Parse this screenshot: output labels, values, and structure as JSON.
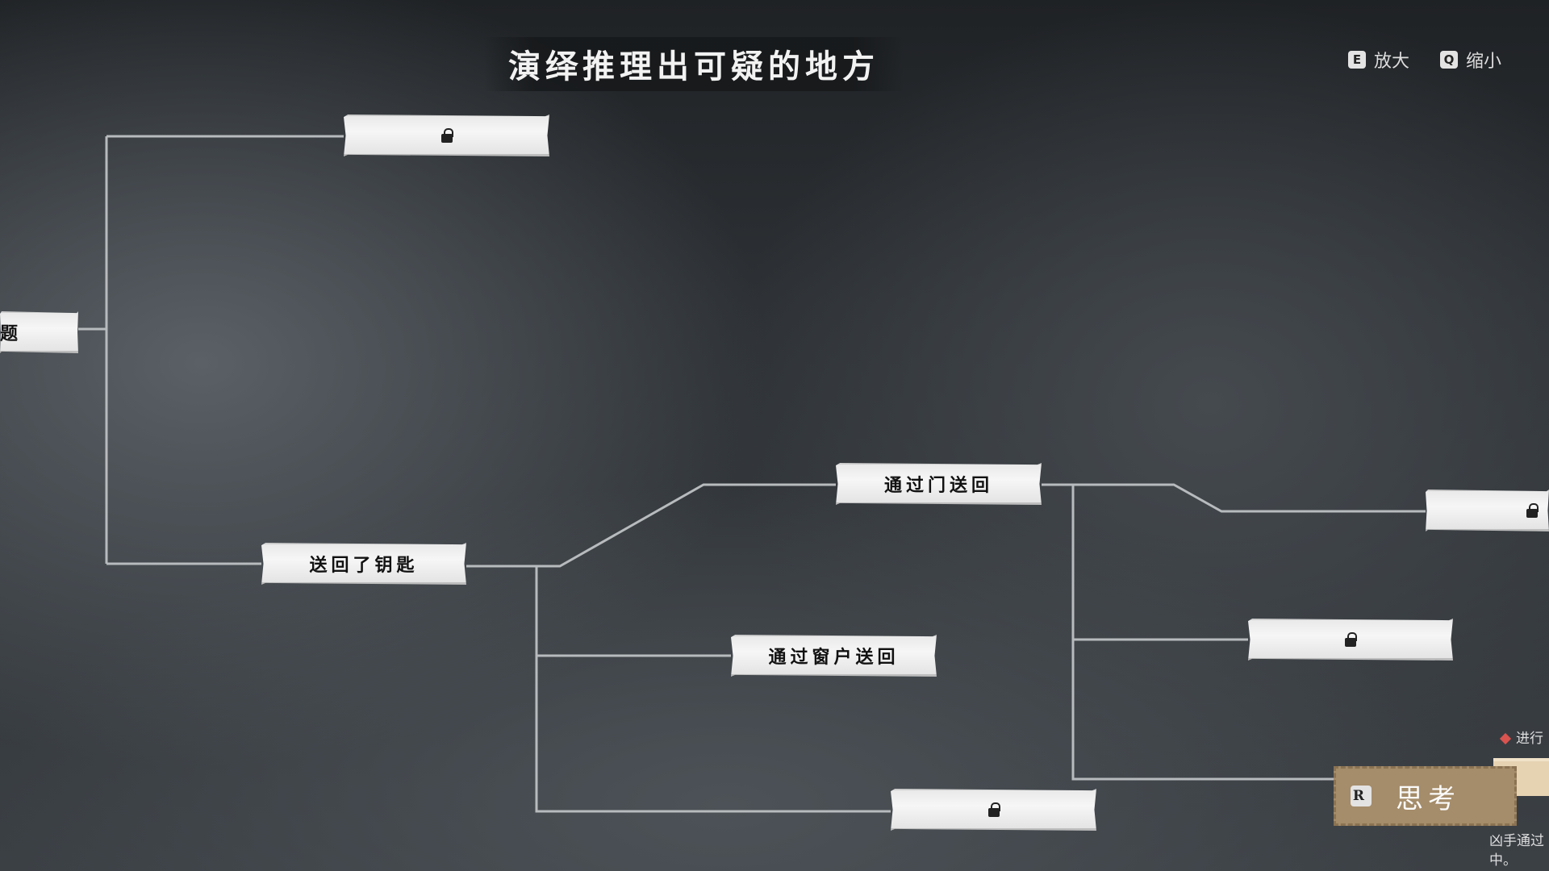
{
  "title": "演绎推理出可疑的地方",
  "controls": {
    "zoom_in_key": "E",
    "zoom_in_label": "放大",
    "zoom_out_key": "Q",
    "zoom_out_label": "缩小"
  },
  "nodes": [
    {
      "id": "root",
      "label": "题",
      "locked": false
    },
    {
      "id": "top",
      "label": "",
      "locked": true
    },
    {
      "id": "returned-key",
      "label": "送回了钥匙",
      "locked": false
    },
    {
      "id": "via-door",
      "label": "通过门送回",
      "locked": false
    },
    {
      "id": "via-window",
      "label": "通过窗户送回",
      "locked": false
    },
    {
      "id": "bottom",
      "label": "",
      "locked": true
    },
    {
      "id": "right-1",
      "label": "",
      "locked": true
    },
    {
      "id": "right-2",
      "label": "",
      "locked": true
    }
  ],
  "think_button": {
    "key": "R",
    "label": "思考"
  },
  "side_panel": {
    "status": "进行",
    "text_line1": "凶手通过",
    "text_line2": "中。"
  },
  "colors": {
    "line": "#bfc2c4",
    "node": "#efefef",
    "think": "#a58c6a",
    "marker": "#d9534f"
  }
}
